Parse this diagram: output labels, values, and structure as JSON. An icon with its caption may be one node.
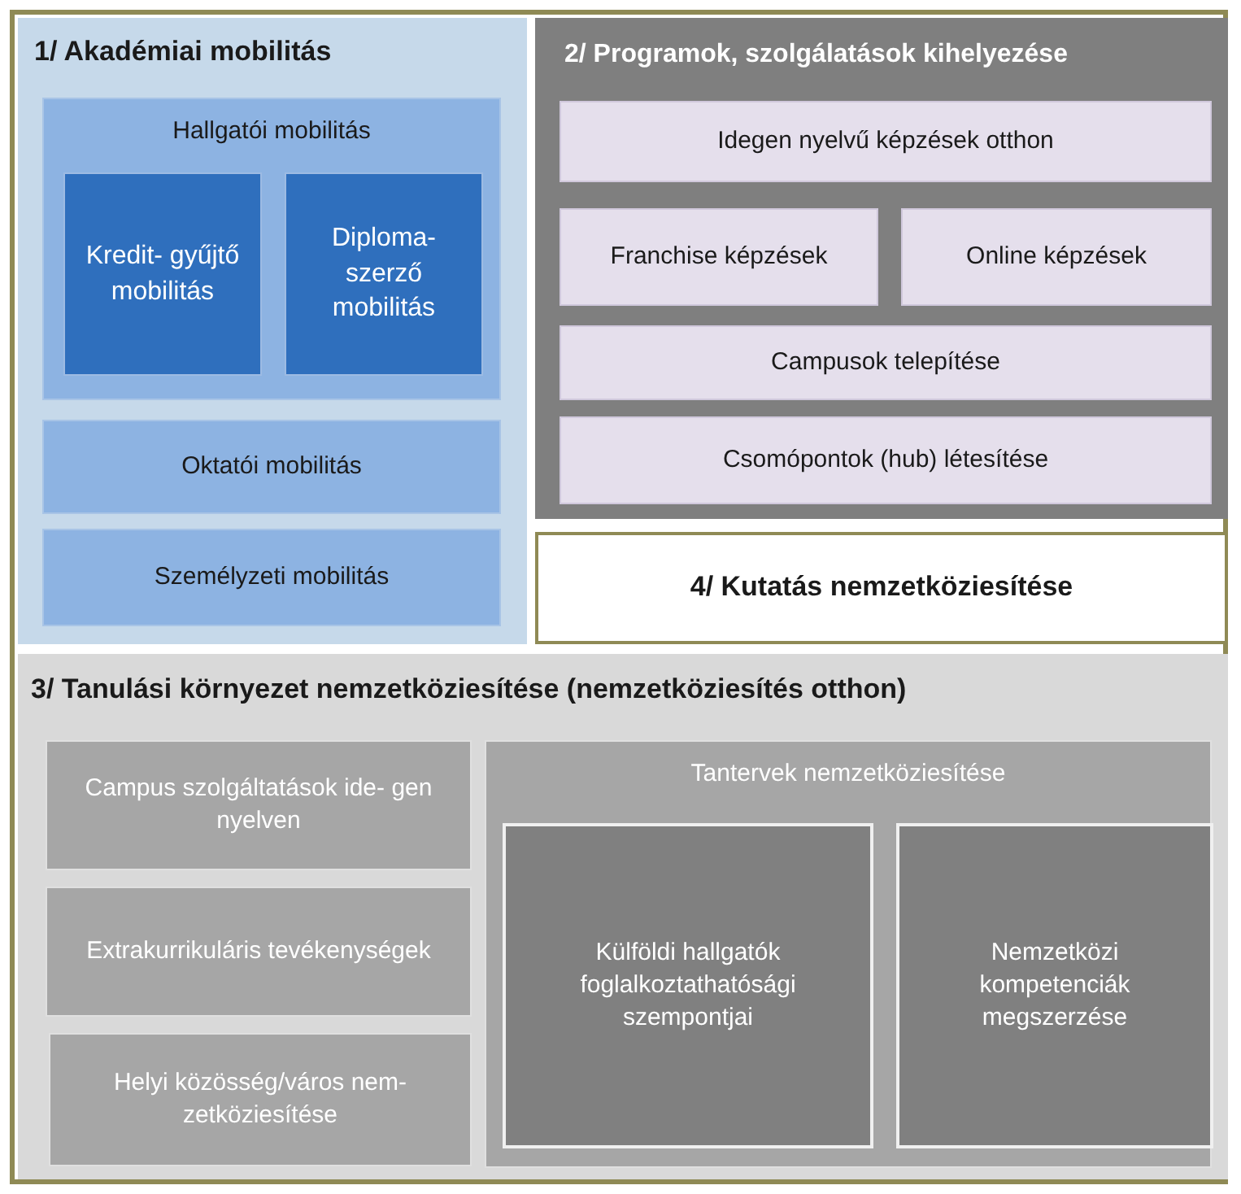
{
  "diagram": {
    "nodes": [
      {
        "text": [
          "1/ Akadémiai mobilitás"
        ]
      },
      {
        "text": [
          "Hallgatói mobilitás"
        ],
        "in": 0
      },
      {
        "text": [
          "Kredit- gyűjtő mobilitás"
        ],
        "in": 1
      },
      {
        "text": [
          "Diploma- szerző mobilitás"
        ],
        "in": 1
      },
      {
        "text": [
          "Oktatói mobilitás"
        ],
        "in": 0
      },
      {
        "text": [
          "Személyzeti mobilitás"
        ],
        "in": 0
      },
      {
        "text": [
          "2/ Programok, szolgálatások kihelyezése"
        ]
      },
      {
        "text": [
          "Idegen nyelvű képzések otthon"
        ],
        "in": 6
      },
      {
        "text": [
          "Franchise képzések"
        ],
        "in": 6
      },
      {
        "text": [
          "Online képzések"
        ],
        "in": 6
      },
      {
        "text": [
          "Campusok telepítése"
        ],
        "in": 6
      },
      {
        "text": [
          "Csomópontok (hub) létesítése"
        ],
        "in": 6
      },
      {
        "text": [
          "4/ Kutatás nemzetköziesítése"
        ]
      },
      {
        "text": [
          "3/ Tanulási környezet nemzetköziesítése (nemzetköziesítés otthon)"
        ]
      },
      {
        "text": [
          "Campus szolgáltatások ide- gen nyelven"
        ],
        "in": 13
      },
      {
        "text": [
          "Extrakurrikuláris tevékenységek"
        ],
        "in": 13
      },
      {
        "text": [
          "Helyi közösség/város nem- zetköziesítése"
        ],
        "in": 13
      },
      {
        "text": [
          "Tantervek nemzetköziesítése"
        ],
        "in": 13
      },
      {
        "text": [
          "Külföldi hallgatók foglalkoztathatósági szempontjai"
        ],
        "in": 17
      },
      {
        "text": [
          "Nemzetközi kompetenciák megszerzése"
        ],
        "in": 17
      }
    ]
  }
}
